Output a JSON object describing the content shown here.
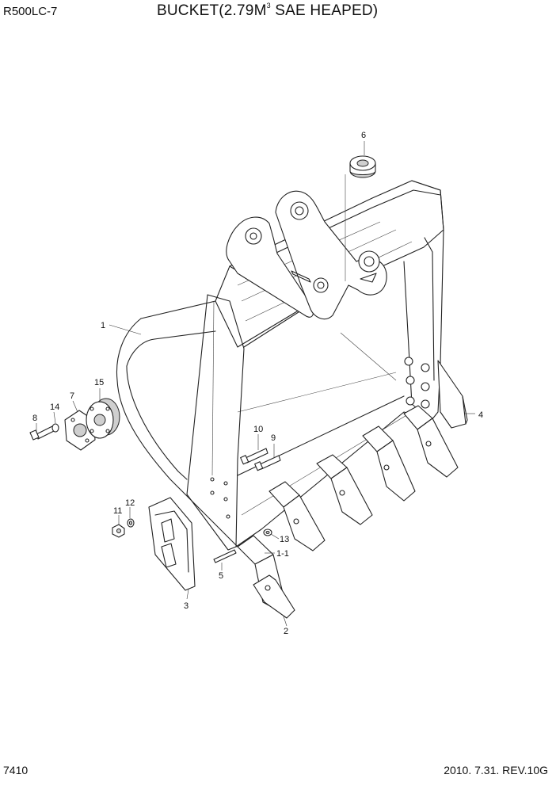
{
  "header": {
    "model": "R500LC-7",
    "title_main": "BUCKET(2.79M",
    "title_sup": "3",
    "title_tail": " SAE HEAPED)"
  },
  "footer": {
    "page_number": "7410",
    "revision": "2010. 7.31.  REV.10G"
  },
  "callouts": {
    "c1": "1",
    "c1_1": "1-1",
    "c2": "2",
    "c3": "3",
    "c4": "4",
    "c5": "5",
    "c6": "6",
    "c7": "7",
    "c8": "8",
    "c9": "9",
    "c10": "10",
    "c11": "11",
    "c12": "12",
    "c13": "13",
    "c14": "14",
    "c15": "15"
  }
}
